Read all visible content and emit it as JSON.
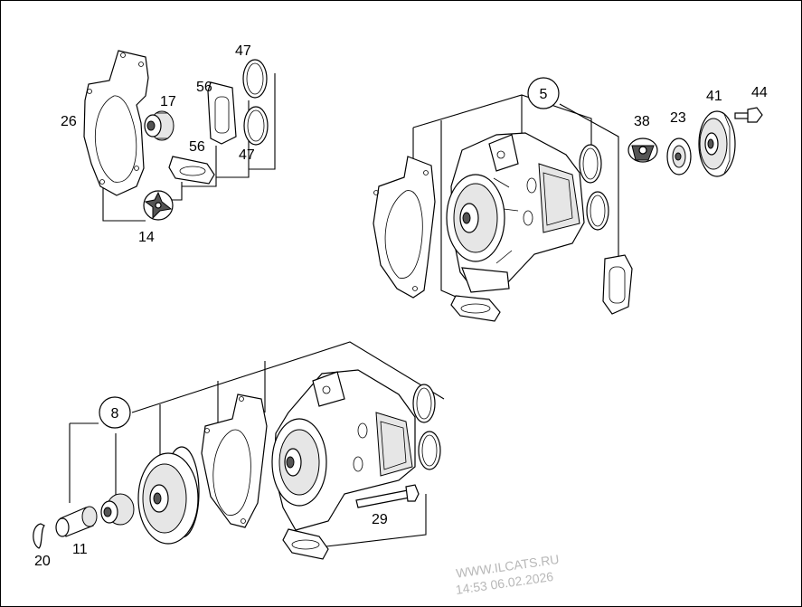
{
  "diagram": {
    "part_labels": {
      "p26": "26",
      "p17": "17",
      "p56a": "56",
      "p56b": "56",
      "p47a": "47",
      "p47b": "47",
      "p14": "14",
      "p5": "5",
      "p38": "38",
      "p23": "23",
      "p41": "41",
      "p44": "44",
      "p8": "8",
      "p20": "20",
      "p11": "11",
      "p29": "29"
    },
    "watermark": {
      "line1": "WWW.ILCATS.RU",
      "line2": "14:53 06.02.2026"
    }
  }
}
